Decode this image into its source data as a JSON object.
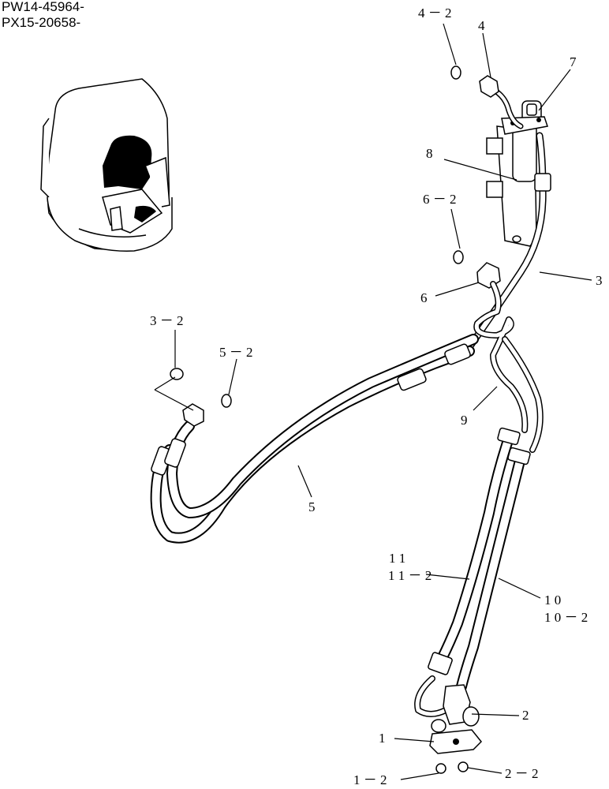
{
  "header": {
    "serial_1": "PW14-45964-",
    "serial_2": "PX15-20658-"
  },
  "callouts": [
    {
      "id": "4-2",
      "text": "4 － 2"
    },
    {
      "id": "4",
      "text": "4"
    },
    {
      "id": "7",
      "text": "7"
    },
    {
      "id": "8",
      "text": "8"
    },
    {
      "id": "6-2",
      "text": "6 － 2"
    },
    {
      "id": "3",
      "text": "3"
    },
    {
      "id": "6",
      "text": "6"
    },
    {
      "id": "3-2",
      "text": "3 － 2"
    },
    {
      "id": "5-2",
      "text": "5 － 2"
    },
    {
      "id": "9",
      "text": "9"
    },
    {
      "id": "5",
      "text": "5"
    },
    {
      "id": "11",
      "text": "1 1"
    },
    {
      "id": "11-2",
      "text": "1 1 － 2"
    },
    {
      "id": "10",
      "text": "1 0"
    },
    {
      "id": "10-2",
      "text": "1 0 － 2"
    },
    {
      "id": "2",
      "text": "2"
    },
    {
      "id": "1",
      "text": "1"
    },
    {
      "id": "1-2",
      "text": "1 － 2"
    },
    {
      "id": "2-2",
      "text": "2 － 2"
    }
  ]
}
